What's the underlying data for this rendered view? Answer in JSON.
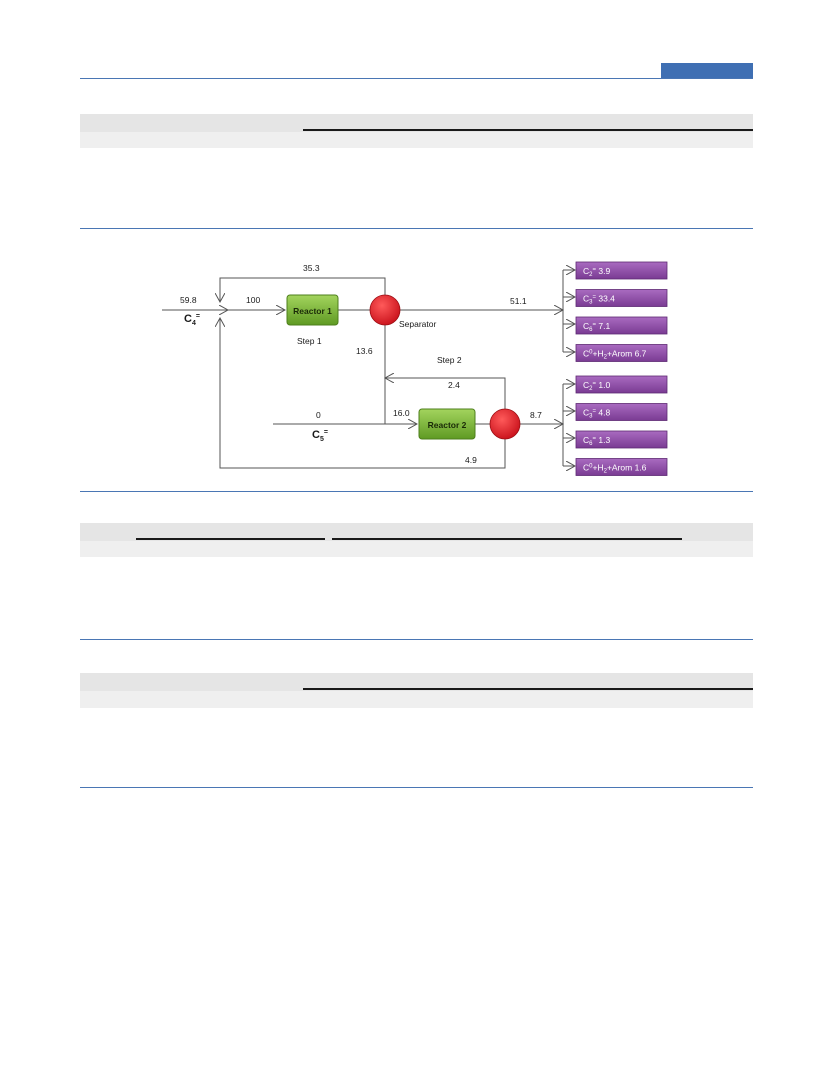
{
  "diagram": {
    "feed_c4": {
      "flow": "59.8",
      "label_main": "C",
      "label_sub": "4",
      "label_sup": "="
    },
    "feed_c5": {
      "flow": "0",
      "label_main": "C",
      "label_sub": "5",
      "label_sup": "="
    },
    "reactor1": {
      "label": "Reactor 1",
      "step": "Step 1",
      "inlet_flow": "100"
    },
    "reactor2": {
      "label": "Reactor 2",
      "step": "Step 2",
      "inlet_flow": "16.0"
    },
    "separator": {
      "label": "Separator"
    },
    "flows": {
      "top_recycle": "35.3",
      "sep1_to_r2": "13.6",
      "sep1_products": "51.1",
      "sep2_recycle": "2.4",
      "sep2_products": "8.7",
      "bottom_recycle": "4.9"
    },
    "products_step1": [
      {
        "main": "C",
        "sub": "2",
        "sup": "=",
        "value": "3.9"
      },
      {
        "main": "C",
        "sub": "3",
        "sup": "=",
        "value": "33.4"
      },
      {
        "main": "C",
        "sub": "6",
        "sup": "=",
        "value": "7.1"
      },
      {
        "main": "C",
        "sub": "",
        "sup": "0",
        "tail_pre": "+H",
        "tail_sub": "2",
        "tail_post": "+Arom",
        "value": "6.7"
      }
    ],
    "products_step2": [
      {
        "main": "C",
        "sub": "2",
        "sup": "=",
        "value": "1.0"
      },
      {
        "main": "C",
        "sub": "3",
        "sup": "=",
        "value": "4.8"
      },
      {
        "main": "C",
        "sub": "6",
        "sup": "=",
        "value": "1.3"
      },
      {
        "main": "C",
        "sub": "",
        "sup": "0",
        "tail_pre": "+H",
        "tail_sub": "2",
        "tail_post": "+Arom",
        "value": "1.6"
      }
    ],
    "colors": {
      "reactor": "#7bb43a",
      "separator": "#e0202a",
      "product_box": "#8e4fa6",
      "line": "#555555",
      "rule": "#4a76b4"
    }
  }
}
